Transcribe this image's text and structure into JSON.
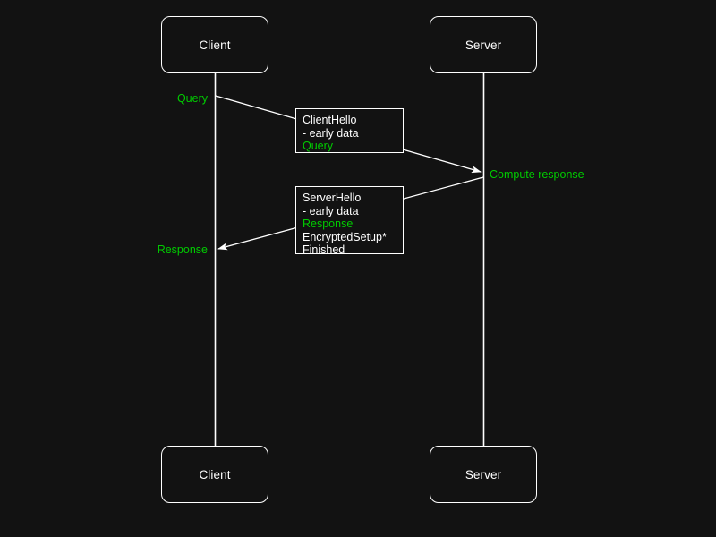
{
  "diagram": {
    "type": "sequence-diagram",
    "background_color": "#121212",
    "line_color": "#ffffff",
    "accent_color": "#00cc00",
    "actors": [
      {
        "id": "client",
        "label": "Client"
      },
      {
        "id": "server",
        "label": "Server"
      }
    ],
    "actors_bottom": [
      {
        "id": "client",
        "label": "Client"
      },
      {
        "id": "server",
        "label": "Server"
      }
    ],
    "annotations": [
      {
        "id": "query",
        "text": "Query",
        "color": "#00cc00",
        "side": "client"
      },
      {
        "id": "response",
        "text": "Response",
        "color": "#00cc00",
        "side": "client"
      },
      {
        "id": "compute-response",
        "text": "Compute response",
        "color": "#00cc00",
        "side": "server"
      }
    ],
    "messages": [
      {
        "id": "client-hello",
        "direction": "client-to-server",
        "lines": [
          {
            "text": "ClientHello",
            "color": "#ffffff"
          },
          {
            "text": "- early data",
            "color": "#ffffff"
          },
          {
            "text": "Query",
            "color": "#00cc00"
          }
        ]
      },
      {
        "id": "server-hello",
        "direction": "server-to-client",
        "lines": [
          {
            "text": "ServerHello",
            "color": "#ffffff"
          },
          {
            "text": "- early data",
            "color": "#ffffff"
          },
          {
            "text": "Response",
            "color": "#00cc00"
          },
          {
            "text": "EncryptedSetup*",
            "color": "#ffffff"
          },
          {
            "text": "Finished",
            "color": "#ffffff"
          }
        ]
      }
    ]
  }
}
